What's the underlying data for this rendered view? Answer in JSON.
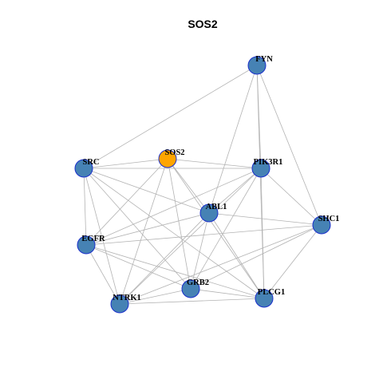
{
  "title": "SOS2",
  "colors": {
    "node_default": "#4682b4",
    "node_focus": "#ffa500",
    "node_border": "#1a2fcc",
    "edge": "#b3b3b3"
  },
  "nodes": [
    {
      "id": "FYN",
      "label": "FYN",
      "focus": false
    },
    {
      "id": "SOS2",
      "label": "SOS2",
      "focus": true
    },
    {
      "id": "SRC",
      "label": "SRC",
      "focus": false
    },
    {
      "id": "PIK3R1",
      "label": "PIK3R1",
      "focus": false
    },
    {
      "id": "ABL1",
      "label": "ABL1",
      "focus": false
    },
    {
      "id": "SHC1",
      "label": "SHC1",
      "focus": false
    },
    {
      "id": "EGFR",
      "label": "EGFR",
      "focus": false
    },
    {
      "id": "GRB2",
      "label": "GRB2",
      "focus": false
    },
    {
      "id": "NTRK1",
      "label": "NTRK1",
      "focus": false
    },
    {
      "id": "PLCG1",
      "label": "PLCG1",
      "focus": false
    }
  ],
  "edges": [
    [
      "FYN",
      "SRC"
    ],
    [
      "FYN",
      "ABL1"
    ],
    [
      "FYN",
      "PIK3R1"
    ],
    [
      "FYN",
      "SHC1"
    ],
    [
      "FYN",
      "PLCG1"
    ],
    [
      "SRC",
      "SOS2"
    ],
    [
      "SRC",
      "PIK3R1"
    ],
    [
      "SRC",
      "ABL1"
    ],
    [
      "SRC",
      "EGFR"
    ],
    [
      "SRC",
      "GRB2"
    ],
    [
      "SRC",
      "NTRK1"
    ],
    [
      "SRC",
      "PLCG1"
    ],
    [
      "SOS2",
      "PIK3R1"
    ],
    [
      "SOS2",
      "ABL1"
    ],
    [
      "SOS2",
      "GRB2"
    ],
    [
      "SOS2",
      "NTRK1"
    ],
    [
      "SOS2",
      "EGFR"
    ],
    [
      "SOS2",
      "PLCG1"
    ],
    [
      "PIK3R1",
      "ABL1"
    ],
    [
      "PIK3R1",
      "SHC1"
    ],
    [
      "PIK3R1",
      "EGFR"
    ],
    [
      "PIK3R1",
      "GRB2"
    ],
    [
      "PIK3R1",
      "NTRK1"
    ],
    [
      "PIK3R1",
      "PLCG1"
    ],
    [
      "ABL1",
      "SHC1"
    ],
    [
      "ABL1",
      "EGFR"
    ],
    [
      "ABL1",
      "GRB2"
    ],
    [
      "ABL1",
      "NTRK1"
    ],
    [
      "ABL1",
      "PLCG1"
    ],
    [
      "SHC1",
      "EGFR"
    ],
    [
      "SHC1",
      "GRB2"
    ],
    [
      "SHC1",
      "NTRK1"
    ],
    [
      "SHC1",
      "PLCG1"
    ],
    [
      "EGFR",
      "GRB2"
    ],
    [
      "EGFR",
      "NTRK1"
    ],
    [
      "EGFR",
      "PLCG1"
    ],
    [
      "GRB2",
      "NTRK1"
    ],
    [
      "GRB2",
      "PLCG1"
    ],
    [
      "NTRK1",
      "PLCG1"
    ]
  ]
}
